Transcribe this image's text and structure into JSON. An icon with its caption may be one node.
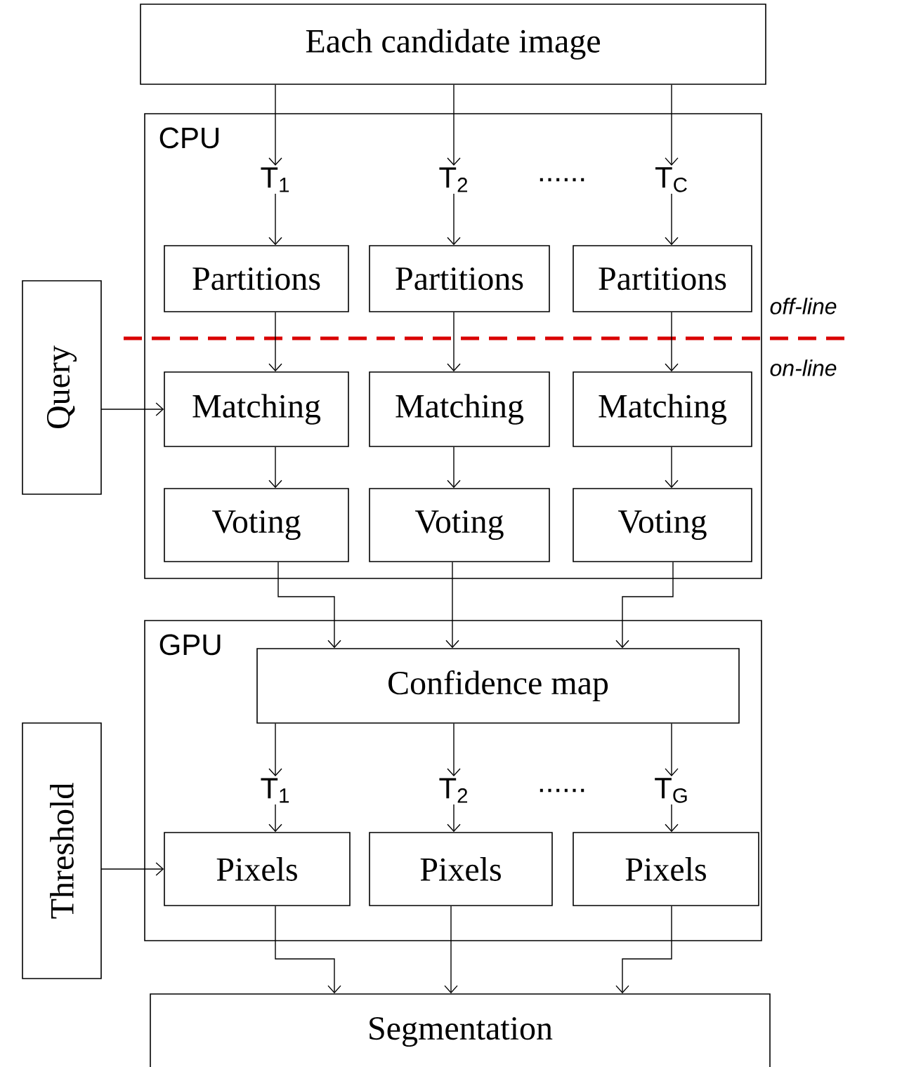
{
  "diagram": {
    "nodes": [
      {
        "text": [
          "Each candidate image"
        ]
      },
      {
        "text": [
          "CPU"
        ]
      },
      {
        "text": [
          "T$_{1}$"
        ],
        "in": 1
      },
      {
        "text": [
          "T$_{2}$"
        ],
        "in": 1
      },
      {
        "text": [
          "T$_{C}$"
        ],
        "in": 1
      },
      {
        "text": [
          "Partitions"
        ],
        "in": 1
      },
      {
        "text": [
          "Partitions"
        ],
        "in": 1
      },
      {
        "text": [
          "Partitions"
        ],
        "in": 1
      },
      {
        "text": [
          "Query"
        ]
      },
      {
        "text": [
          "Matching"
        ],
        "in": 1
      },
      {
        "text": [
          "Matching"
        ],
        "in": 1
      },
      {
        "text": [
          "Matching"
        ],
        "in": 1
      },
      {
        "text": [
          "Voting"
        ],
        "in": 1
      },
      {
        "text": [
          "Voting"
        ],
        "in": 1
      },
      {
        "text": [
          "Voting"
        ],
        "in": 1
      },
      {
        "text": [
          "GPU"
        ]
      },
      {
        "text": [
          "Confidence map"
        ],
        "in": 15
      },
      {
        "text": [
          "T$_{1}$"
        ],
        "in": 15
      },
      {
        "text": [
          "T$_{2}$"
        ],
        "in": 15
      },
      {
        "text": [
          "T$_{G}$"
        ],
        "in": 15
      },
      {
        "text": [
          "Pixels"
        ],
        "in": 15
      },
      {
        "text": [
          "Pixels"
        ],
        "in": 15
      },
      {
        "text": [
          "Pixels"
        ],
        "in": 15
      },
      {
        "text": [
          "Threshold"
        ]
      },
      {
        "text": [
          "Segmentation"
        ]
      }
    ],
    "edges": [
      {
        "from": 0,
        "to": 2,
        "arrow": "to"
      },
      {
        "from": 0,
        "to": 3,
        "arrow": "to"
      },
      {
        "from": 0,
        "to": 4,
        "arrow": "to"
      },
      {
        "from": 2,
        "to": 5,
        "arrow": "to"
      },
      {
        "from": 3,
        "to": 6,
        "arrow": "to"
      },
      {
        "from": 4,
        "to": 7,
        "arrow": "to"
      },
      {
        "from": 5,
        "to": 9,
        "arrow": "to"
      },
      {
        "from": 6,
        "to": 10,
        "arrow": "to"
      },
      {
        "from": 7,
        "to": 11,
        "arrow": "to"
      },
      {
        "from": 8,
        "to": 9,
        "arrow": "to"
      },
      {
        "from": 9,
        "to": 12,
        "arrow": "to"
      },
      {
        "from": 10,
        "to": 13,
        "arrow": "to"
      },
      {
        "from": 11,
        "to": 14,
        "arrow": "to"
      },
      {
        "from": 12,
        "to": 16,
        "arrow": "to"
      },
      {
        "from": 13,
        "to": 16,
        "arrow": "to"
      },
      {
        "from": 14,
        "to": 16,
        "arrow": "to"
      },
      {
        "from": 16,
        "to": 17,
        "arrow": "to"
      },
      {
        "from": 16,
        "to": 18,
        "arrow": "to"
      },
      {
        "from": 16,
        "to": 19,
        "arrow": "to"
      },
      {
        "from": 17,
        "to": 20,
        "arrow": "to"
      },
      {
        "from": 18,
        "to": 21,
        "arrow": "to"
      },
      {
        "from": 19,
        "to": 22,
        "arrow": "to"
      },
      {
        "from": 23,
        "to": 20,
        "arrow": "to"
      },
      {
        "from": 20,
        "to": 24,
        "arrow": "to"
      },
      {
        "from": 21,
        "to": 24,
        "arrow": "to"
      },
      {
        "from": 22,
        "to": 24,
        "arrow": "to"
      }
    ],
    "labels": [
      "......",
      "off-line",
      "on-line",
      "......"
    ]
  }
}
